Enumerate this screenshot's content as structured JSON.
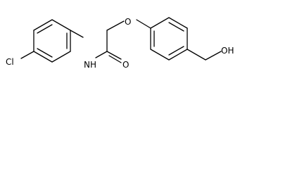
{
  "structure": {
    "atoms": {
      "cl": "Cl",
      "nh": "NH",
      "o_carbonyl": "O",
      "o_ether": "O",
      "oh": "OH"
    }
  }
}
